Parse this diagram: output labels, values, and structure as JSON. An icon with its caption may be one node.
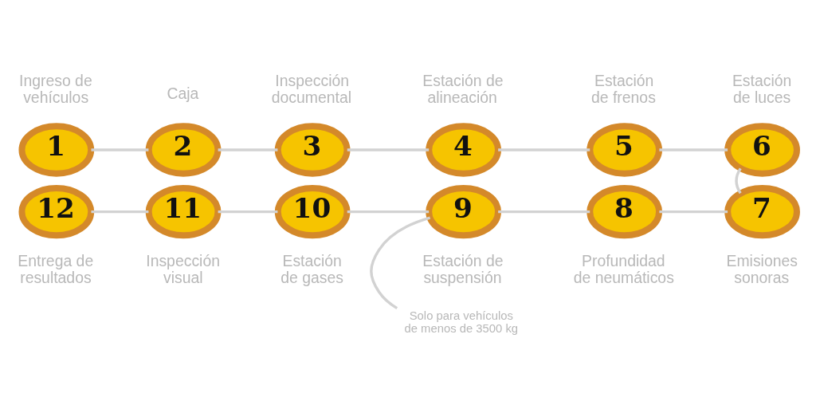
{
  "diagram": {
    "nodes": [
      {
        "text": [
          "1"
        ],
        "beside": [
          "Ingreso de vehículos"
        ]
      },
      {
        "text": [
          "2"
        ],
        "beside": [
          "Caja"
        ]
      },
      {
        "text": [
          "3"
        ],
        "beside": [
          "Inspección documental"
        ]
      },
      {
        "text": [
          "4"
        ],
        "beside": [
          "Estación de alineación"
        ]
      },
      {
        "text": [
          "5"
        ],
        "beside": [
          "Estación de frenos"
        ]
      },
      {
        "text": [
          "6"
        ],
        "beside": [
          "Estación de luces"
        ]
      },
      {
        "text": [
          "7"
        ],
        "beside": [
          "Emisiones sonoras"
        ]
      },
      {
        "text": [
          "8"
        ],
        "beside": [
          "Profundidad de neumáticos"
        ]
      },
      {
        "text": [
          "9"
        ],
        "beside": [
          "Estación de suspensión"
        ]
      },
      {
        "text": [
          "10"
        ],
        "beside": [
          "Estación de gases"
        ]
      },
      {
        "text": [
          "11"
        ],
        "beside": [
          "Inspección visual"
        ]
      },
      {
        "text": [
          "12"
        ],
        "beside": [
          "Entrega de resultados"
        ]
      },
      {
        "text": [
          "Solo para vehículos de menos de 3500 kg"
        ]
      }
    ],
    "edges": [
      {
        "from": 0,
        "to": 1,
        "arrow": "none"
      },
      {
        "from": 1,
        "to": 2,
        "arrow": "none"
      },
      {
        "from": 2,
        "to": 3,
        "arrow": "none"
      },
      {
        "from": 3,
        "to": 4,
        "arrow": "none"
      },
      {
        "from": 4,
        "to": 5,
        "arrow": "none"
      },
      {
        "from": 5,
        "to": 6,
        "arrow": "none"
      },
      {
        "from": 6,
        "to": 7,
        "arrow": "none"
      },
      {
        "from": 7,
        "to": 8,
        "arrow": "none"
      },
      {
        "from": 8,
        "to": 9,
        "arrow": "none"
      },
      {
        "from": 9,
        "to": 10,
        "arrow": "none"
      },
      {
        "from": 10,
        "to": 11,
        "arrow": "none"
      },
      {
        "from": 12,
        "to": 8,
        "arrow": "none"
      }
    ]
  }
}
